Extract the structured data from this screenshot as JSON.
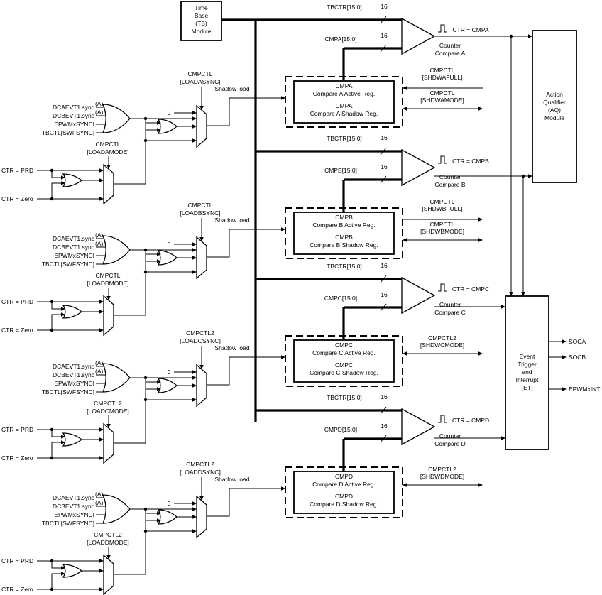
{
  "blocks": {
    "tb": [
      "Time",
      "Base",
      "(TB)",
      "Module"
    ],
    "aq": [
      "Action",
      "Qualifier",
      "(AQ)",
      "Module"
    ],
    "et": [
      "Event",
      "Trigger",
      "and",
      "Interrupt",
      "(ET)"
    ]
  },
  "common": {
    "shadow_load": "Shadow load",
    "zero": "0",
    "bus_width": "16",
    "ctr_prd": "CTR = PRD",
    "ctr_zero": "CTR = Zero",
    "sync_inputs": [
      "DCAEVT1.sync",
      "DCBEVT1.sync",
      "EPWMxSYNCI",
      "TBCTL[SWFSYNC]"
    ],
    "sync_superscript": "(A)"
  },
  "outputs": [
    "SOCA",
    "SOCB",
    "EPWMxINT"
  ],
  "sections": [
    {
      "tbctr": "TBCTR[15:0]",
      "ctr_out": "CTR = CMPA",
      "comparator": [
        "Counter",
        "Compare A"
      ],
      "cmp_bus": "CMPA[15:0]",
      "sync_reg": [
        "CMPCTL",
        "[LOADASYNC]"
      ],
      "mode_reg": [
        "CMPCTL",
        "[LOADAMODE]"
      ],
      "active_reg": [
        "CMPA",
        "Compare A Active Reg."
      ],
      "shadow_reg": [
        "CMPA",
        "Compare A Shadow Reg."
      ],
      "status_in": [
        "CMPCTL",
        "[SHDWAFULL]"
      ],
      "status_out": [
        "CMPCTL",
        "[SHDWAMODE]"
      ]
    },
    {
      "tbctr": "TBCTR[15:0]",
      "ctr_out": "CTR = CMPB",
      "comparator": [
        "Counter",
        "Compare B"
      ],
      "cmp_bus": "CMPB[15:0]",
      "sync_reg": [
        "CMPCTL",
        "[LOADBSYNC]"
      ],
      "mode_reg": [
        "CMPCTL",
        "[LOADBMODE]"
      ],
      "active_reg": [
        "CMPB",
        "Compare B Active Reg."
      ],
      "shadow_reg": [
        "CMPB",
        "Compare B Shadow Reg."
      ],
      "status_in": [
        "CMPCTL",
        "[SHDWBFULL]"
      ],
      "status_out": [
        "CMPCTL",
        "[SHDWBMODE]"
      ]
    },
    {
      "tbctr": "TBCTR[15:0]",
      "ctr_out": "CTR = CMPC",
      "comparator": [
        "Counter",
        "Compare C"
      ],
      "cmp_bus": "CMPC[15:0]",
      "sync_reg": [
        "CMPCTL2",
        "[LOADCSYNC]"
      ],
      "mode_reg": [
        "CMPCTL2",
        "[LOADCMODE]"
      ],
      "active_reg": [
        "CMPC",
        "Compare C Active Reg."
      ],
      "shadow_reg": [
        "CMPC",
        "Compare C Shadow Reg."
      ],
      "status_in": null,
      "status_out": [
        "CMPCTL2",
        "[SHDWCMODE]"
      ]
    },
    {
      "tbctr": "TBCTR[15:0]",
      "ctr_out": "CTR = CMPD",
      "comparator": [
        "Counter",
        "Compare D"
      ],
      "cmp_bus": "CMPD[15:0]",
      "sync_reg": [
        "CMPCTL2",
        "[LOADDSYNC]"
      ],
      "mode_reg": [
        "CMPCTL2",
        "[LOADDMODE]"
      ],
      "active_reg": [
        "CMPD",
        "Compare D Active Reg."
      ],
      "shadow_reg": [
        "CMPD",
        "Compare D Shadow Reg."
      ],
      "status_in": null,
      "status_out": [
        "CMPCTL2",
        "[SHDWDMODE]"
      ]
    }
  ]
}
